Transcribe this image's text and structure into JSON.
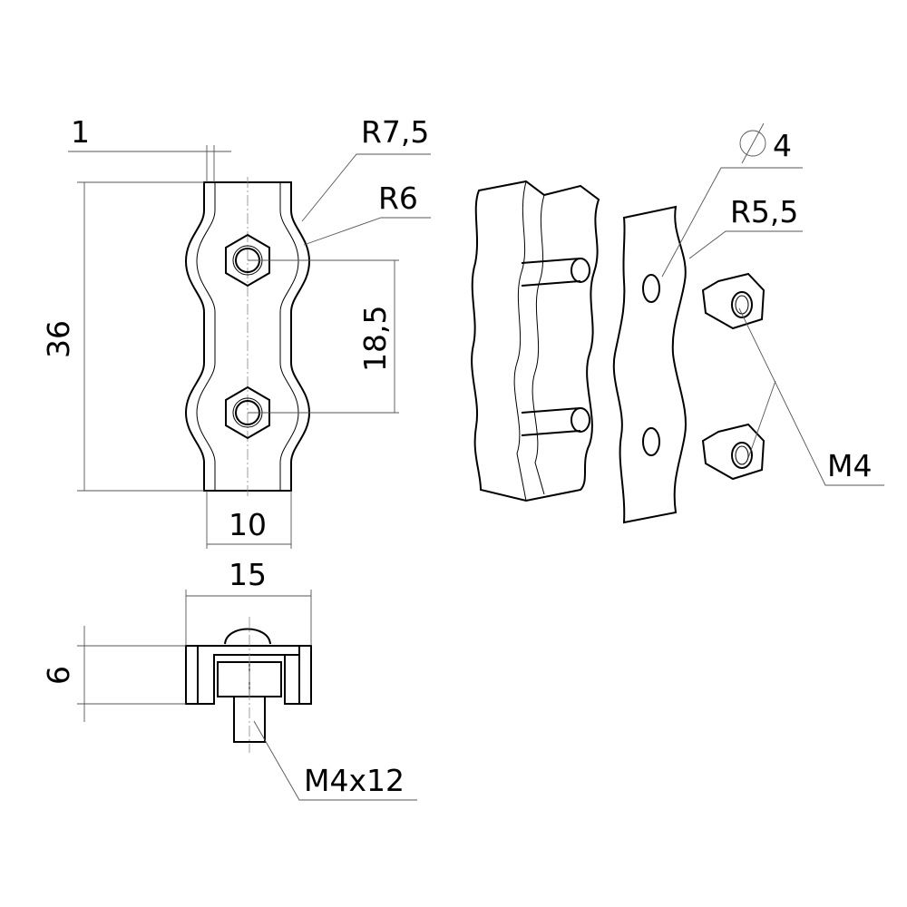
{
  "dimensions": {
    "thickness": "1",
    "outer_radius": "R7,5",
    "inner_radius": "R6",
    "height": "36",
    "bolt_spacing": "18,5",
    "width_inner": "10",
    "width_outer": "15",
    "depth": "6",
    "bolt": "M4x12",
    "hole_diameter": "4",
    "plate_radius": "R5,5",
    "nut": "M4"
  }
}
